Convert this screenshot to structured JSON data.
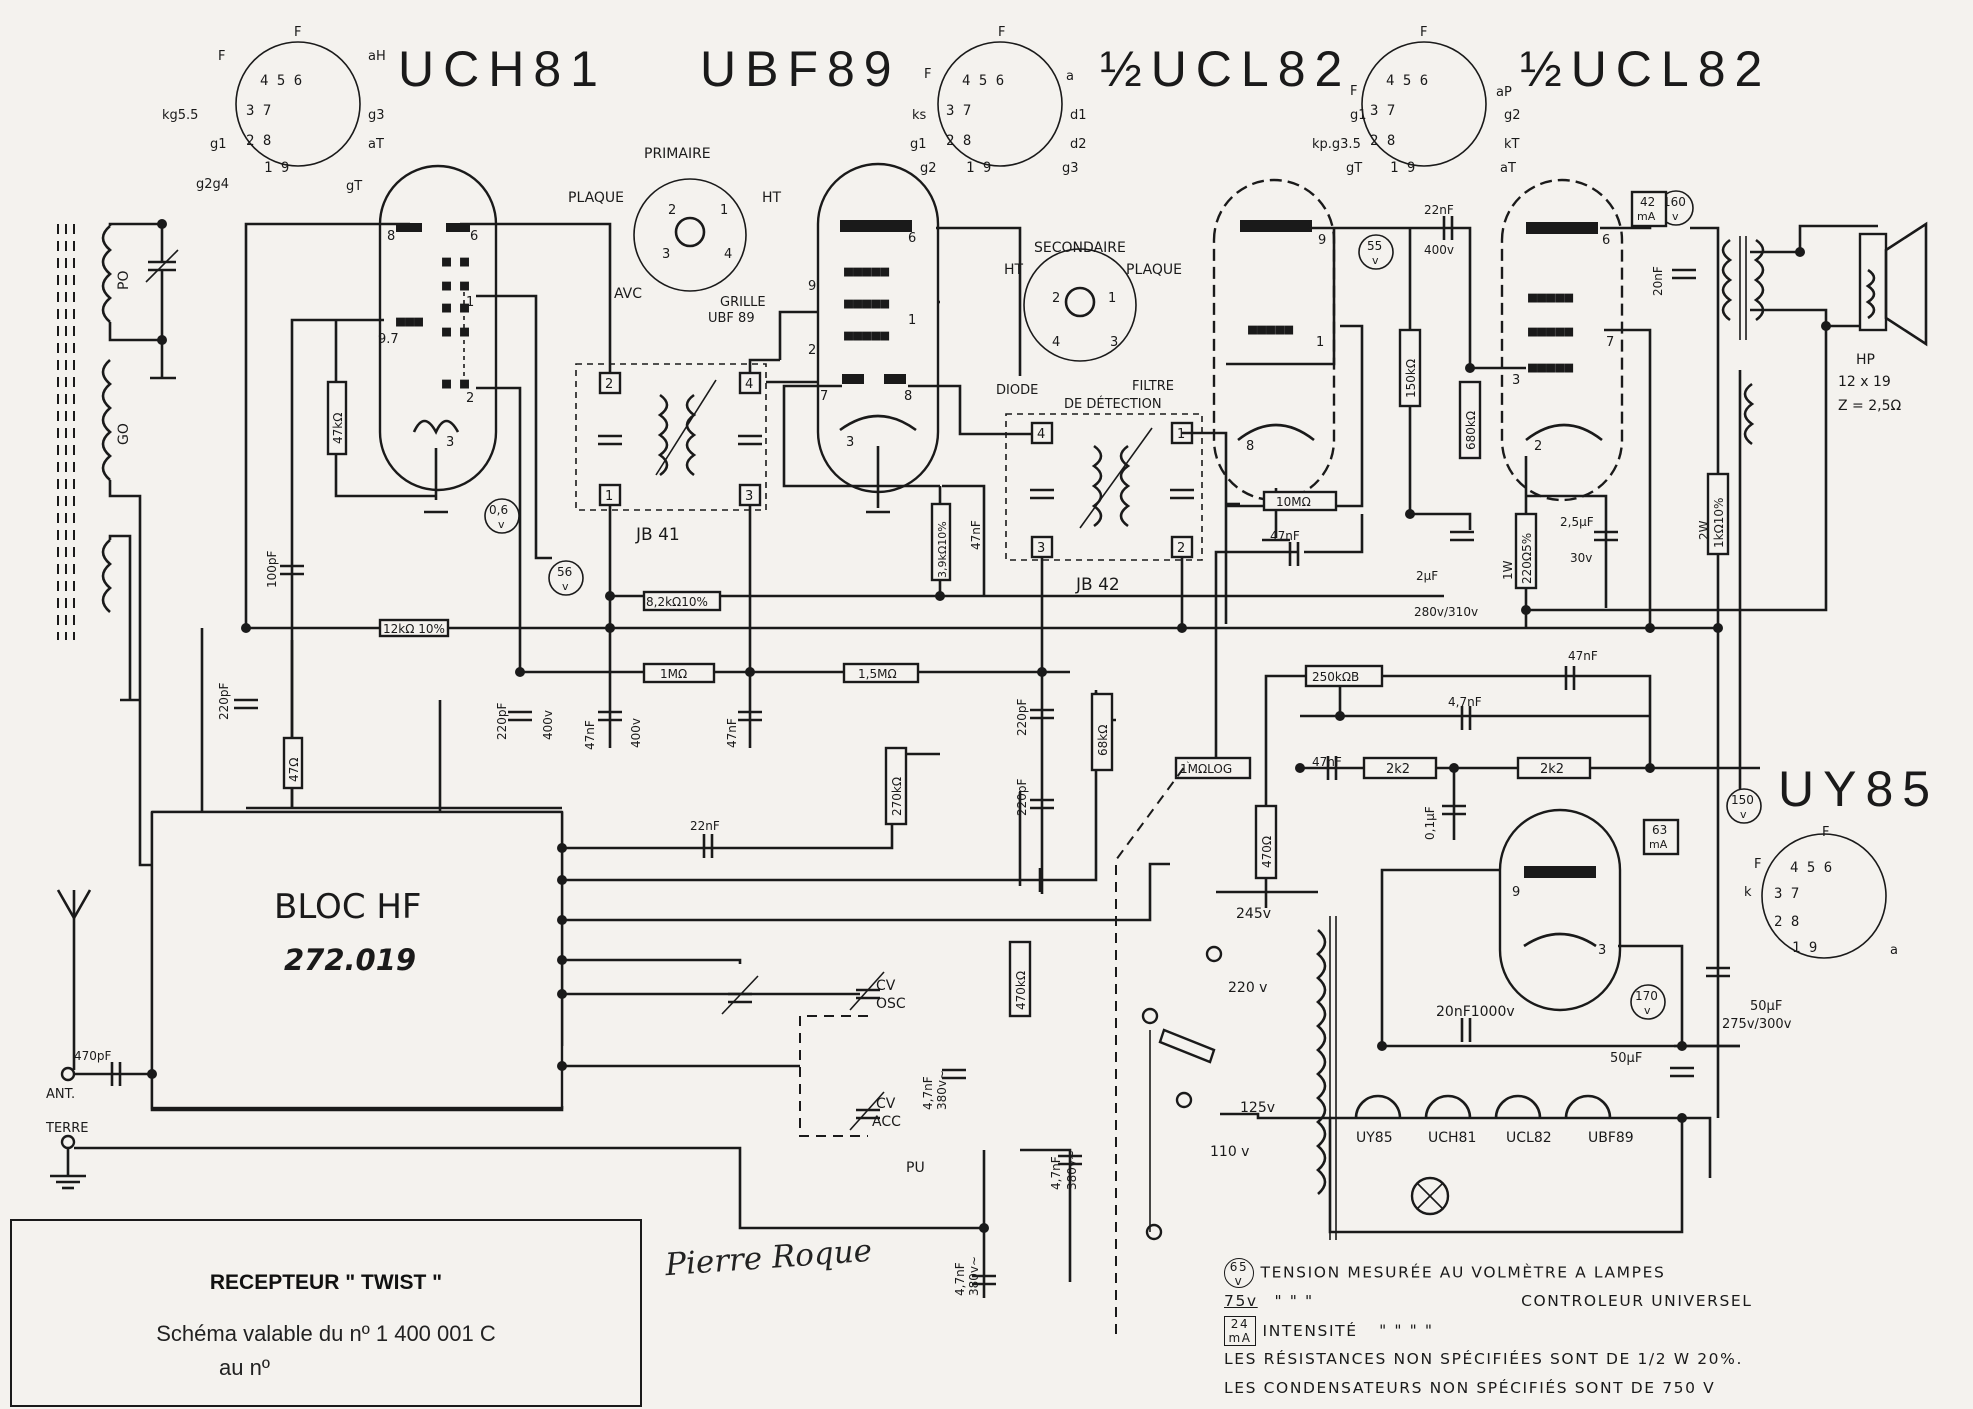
{
  "tubes": {
    "uch81": "UCH81",
    "ubf89": "UBF89",
    "ucl82_a": "½UCL82",
    "ucl82_b": "½UCL82",
    "uy85": "UY85"
  },
  "pinouts": {
    "uch81": [
      "F",
      "F",
      "aH",
      "kg5.5",
      "g3",
      "g1",
      "aT",
      "g2g4",
      "gT"
    ],
    "ubf89": [
      "F",
      "F",
      "a",
      "ks",
      "d1",
      "g1",
      "d2",
      "g2",
      "g3"
    ],
    "ucl82": [
      "F",
      "F",
      "aP",
      "g1",
      "g2",
      "kp.g3.5",
      "kT",
      "gT",
      "aT"
    ],
    "uy85": [
      "F",
      "F",
      "k",
      "a"
    ]
  },
  "transformers": {
    "jb41": "JB 41",
    "jb42": "JB 42",
    "primaire": "PRIMAIRE",
    "plaque": "PLAQUE",
    "ht": "HT",
    "avc": "AVC",
    "grille": "GRILLE",
    "grille_tube": "UBF 89",
    "secondaire": "SECONDAIRE",
    "plaque2": "PLAQUE",
    "ht2": "HT",
    "diode": "DIODE",
    "filtre": "FILTRE",
    "detection": "DE DÉTECTION"
  },
  "antenna": {
    "po": "PO",
    "go": "GO",
    "ant": "ANT.",
    "terre": "TERRE"
  },
  "bloc": {
    "name": "BLOC HF",
    "ref": "272.019"
  },
  "components": {
    "r_47k": "47kΩ",
    "r_47": "47Ω",
    "r_12k": "12kΩ 10%",
    "r_82k": "8,2kΩ10%",
    "r_1m": "1MΩ",
    "r_15m": "1,5MΩ",
    "r_68k": "68kΩ",
    "r_270k": "270kΩ",
    "r_39k": "3,9kΩ10%",
    "r_150k": "150kΩ",
    "r_680k": "680kΩ",
    "r_10m": "10MΩ",
    "r_220": "220Ω5%",
    "r_1k": "1kΩ10%",
    "r_250k": "250kΩB",
    "r_1mlog": "1MΩLOG",
    "r_2k2a": "2k2",
    "r_2k2b": "2k2",
    "r_470": "470Ω",
    "r_470k": "470kΩ",
    "c_100p": "100pF",
    "c_220p_a": "220pF",
    "c_220p_b": "220pF",
    "c_400v": "400v",
    "c_47n_a": "47nF",
    "c_400v_b": "400v",
    "c_47n_b": "47nF",
    "c_220p_c": "220pF",
    "c_220p_d": "220pF",
    "c_22n_a": "22nF",
    "c_47n_c": "47nF",
    "c_22n_b": "22nF",
    "c_400v_c": "400v",
    "c_47n_d": "47nF",
    "c_2u": "2µF",
    "c_2u_v": "280v/310v",
    "c_25u": "2,5µF",
    "c_25u_v": "30v",
    "c_20n": "20nF",
    "c_47n_e": "47nF",
    "c_47n_f": "47nF",
    "c_47n_g": "4,7nF",
    "c_01u": "0,1µF",
    "c_470p": "470pF",
    "c_47n_h": "4,7nF",
    "c_380v_a": "380v∼",
    "c_47n_i": "4,7nF",
    "c_380v_b": "380v∼",
    "c_47n_j": "4,7nF",
    "c_380v_c": "380v∼",
    "c_20n_1000": "20nF1000v",
    "c_50u_a": "50µF",
    "c_50u_a_v": "275v/300v",
    "c_50u_b": "50µF",
    "w_2w": "2W",
    "w_1w": "1W",
    "cv_osc": "CV",
    "cv_osc2": "OSC",
    "cv_acc": "CV",
    "cv_acc2": "ACC",
    "pu": "PU"
  },
  "speaker": {
    "hp": "HP",
    "size": "12 x 19",
    "z": "Z = 2,5Ω"
  },
  "measurements": {
    "v06": [
      "0,6",
      "v"
    ],
    "v56": [
      "56",
      "v"
    ],
    "v55": [
      "55",
      "v"
    ],
    "v160": [
      "160",
      "v"
    ],
    "v150": [
      "150",
      "v"
    ],
    "v170": [
      "170",
      "v"
    ],
    "ma42": [
      "42",
      "mA"
    ],
    "ma63": [
      "63",
      "mA"
    ]
  },
  "mains": {
    "v245": "245v",
    "v220": "220 v",
    "v125": "125v",
    "v110": "110 v",
    "heaters": [
      "UY85",
      "UCH81",
      "UCL82",
      "UBF89"
    ]
  },
  "title_block": {
    "title": "RECEPTEUR \" TWIST \"",
    "valid": "Schéma valable du nº 1 400 001 C",
    "valid2": "au nº"
  },
  "signature": "Pierre Roque",
  "notes": {
    "l1_sym": [
      "65",
      "v"
    ],
    "l1": "TENSION MESURÉE AU VOLMÈTRE A LAMPES",
    "l2_sym": "75v",
    "l2_q": "\"          \"          \"",
    "l2": "CONTROLEUR  UNIVERSEL",
    "l3_sym": [
      "24",
      "mA"
    ],
    "l3": "INTENSITÉ",
    "l3_q": "\"          \"          \"          \"",
    "l4": "LES RÉSISTANCES NON SPÉCIFIÉES SONT DE 1/2 W 20%.",
    "l5": "LES CONDENSATEURS NON SPÉCIFIÉS SONT DE 750 V"
  }
}
